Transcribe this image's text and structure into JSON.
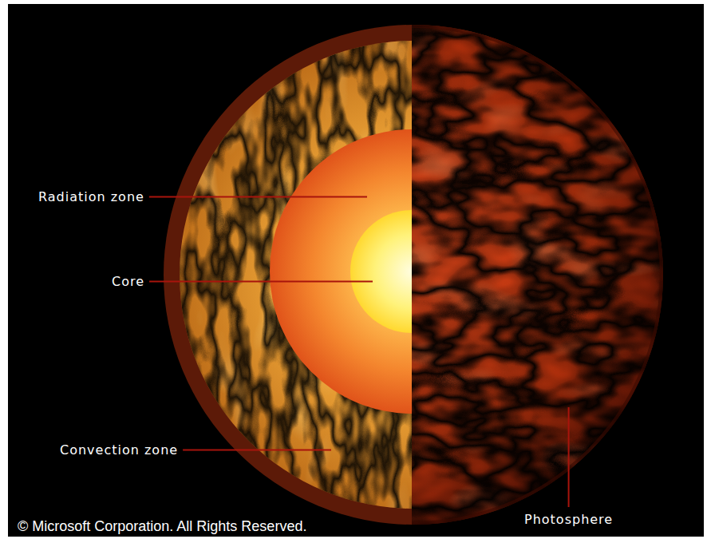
{
  "diagram": {
    "labels": [
      "Radiation zone",
      "Core",
      "Convection zone",
      "Photosphere",
      "© Microsoft Corporation. All Rights Reserved."
    ]
  }
}
